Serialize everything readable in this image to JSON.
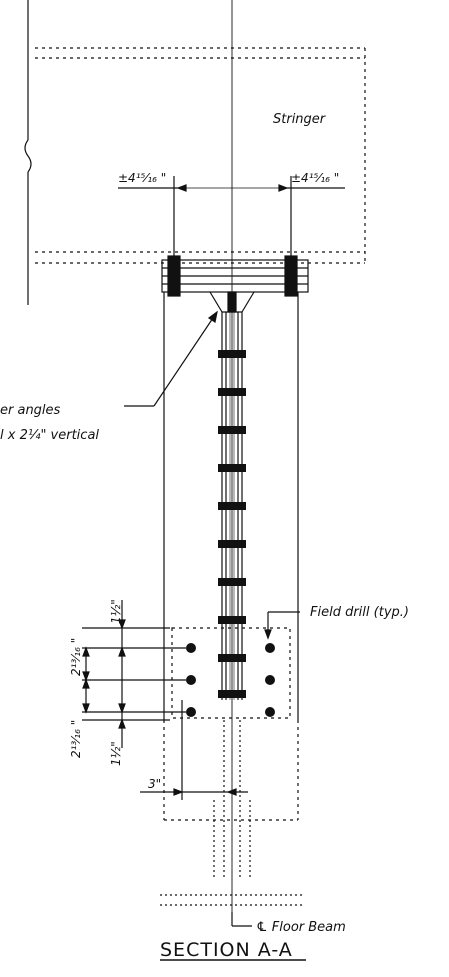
{
  "labels": {
    "stringer": "Stringer",
    "field_drill": "Field drill (typ.)",
    "angles_line1": "er angles",
    "angles_line2": "l x 2¼\" vertical",
    "floor_beam": "℄ Floor Beam",
    "title": "SECTION A-A"
  },
  "dimensions": {
    "left_offset": "±4¹⁵⁄₁₆ \"",
    "right_offset": "±4¹⁵⁄₁₆ \"",
    "edge_top": "1½\"",
    "spacing_top": "2¹³⁄₁₆ \"",
    "spacing_bottom": "2¹³⁄₁₆ \"",
    "edge_bottom": "1½\"",
    "gap": "3\""
  },
  "colors": {
    "ink": "#111111",
    "paper": "#ffffff"
  }
}
